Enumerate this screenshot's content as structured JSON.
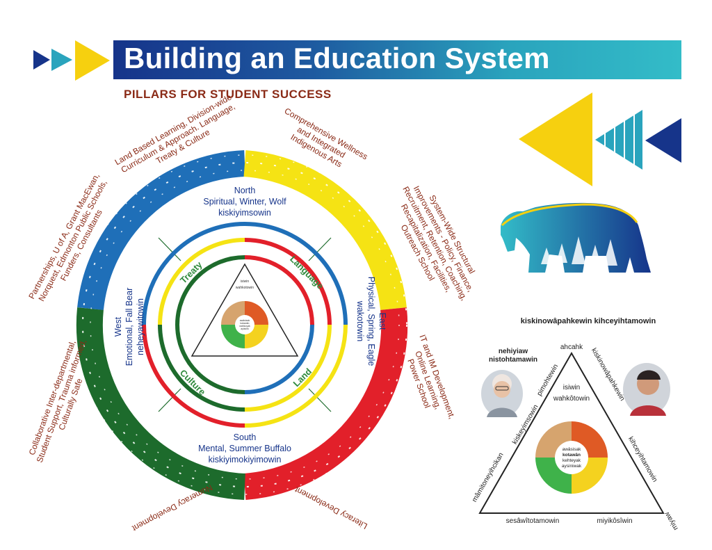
{
  "header": {
    "title": "Building an Education System",
    "subtitle": "PILLARS FOR STUDENT SUCCESS"
  },
  "colors": {
    "blue": "#1f6fb8",
    "yellow": "#f5e314",
    "red": "#e2202a",
    "green": "#1d6b2c",
    "navy": "#16348a",
    "teal": "#33bcc8",
    "brown": "#8a2a16",
    "tan": "#d6a46e",
    "orange": "#df5a25",
    "lightgreen": "#3fb24a",
    "gold": "#f4d21f"
  },
  "pillars": {
    "top_left": [
      "Land Based Learning, Division-wide",
      "Curriculum & Approach. Language,",
      "Treaty & Culture"
    ],
    "top_right": [
      "Comprehensive Wellness",
      "and Integrated",
      "Indigenous Arts"
    ],
    "right_upper": [
      "System-Wide Structural",
      "Improvements - Policy, Finance,",
      "Recruitment, Retention, Coaching,",
      "Recapitalization, Facilities,",
      "Outreach School"
    ],
    "right_lower": [
      "IT and IM Development,",
      "Online Learning,",
      "Power School"
    ],
    "bottom_right": "Literacy Development",
    "bottom_left": "Numeracy Development",
    "left_lower": [
      "Collaborative Inter-departmental,",
      "Student Support, Trauma informed,",
      "Culturally Safe"
    ],
    "left_upper": [
      "Partnerships, U of A, Grant MacEwan,",
      "Norquest, Edmonton Public Schools,",
      "Funders, Consultants"
    ]
  },
  "directions": {
    "north": [
      "North",
      "Spiritual, Winter, Wolf",
      "kiskiyimsowin"
    ],
    "east": [
      "East",
      "Physical, Spring, Eagle",
      "wakotowin"
    ],
    "south": [
      "South",
      "Mental, Summer Buffalo",
      "kiskiyimokiyimowin"
    ],
    "west": [
      "West",
      "Emotional, Fall Bear",
      "neheyawitowin"
    ]
  },
  "ring_words": {
    "treaty": "Treaty",
    "language": "Language",
    "culture": "Culture",
    "land": "Land"
  },
  "inner_triangle": {
    "top1": "isiwin",
    "top2": "wahkotowin",
    "center": [
      "awâsisak",
      "kotawân",
      "wahkoyak",
      "ayisinik"
    ]
  },
  "right_diagram": {
    "title": "kiskinowâpahkewin kihceyihtamowin",
    "top_left_label": [
      "nehiyiaw",
      "nistohtamawin"
    ],
    "apex": "ahcahk",
    "left_outer": "mâmitoneyihcikan",
    "left_mid": "kiskeyimsowin",
    "left_inner": "pimohtewin",
    "right_outer": "kiskinowâpahkewin",
    "right_mid": "kihceyihtamowin",
    "right_corner": "miyaw",
    "bottom_left": "sesâwîtotamowin",
    "bottom_right": "miyikôsîwin",
    "inner_top1": "isiwin",
    "inner_top2": "wahkôtowin",
    "center": [
      "awâsisak",
      "kotawân",
      "kehteyak",
      "aysiniwak"
    ]
  }
}
